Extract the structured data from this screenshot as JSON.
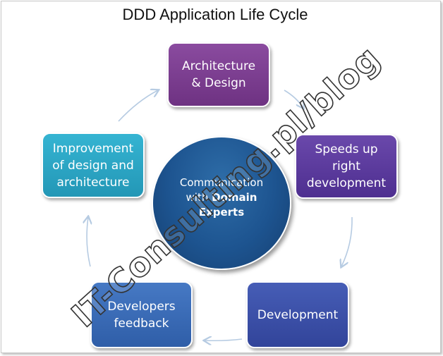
{
  "title": "DDD Application Life Cycle",
  "nodes": [
    {
      "id": "architecture",
      "lines": [
        "Architecture",
        "& Design"
      ],
      "color": "#7a3d8d"
    },
    {
      "id": "speeds",
      "lines": [
        "Speeds up",
        "right",
        "development"
      ],
      "color": "#5a3a9c"
    },
    {
      "id": "development",
      "lines": [
        "Development"
      ],
      "color": "#3b4fa8"
    },
    {
      "id": "feedback",
      "lines": [
        "Developers",
        "feedback"
      ],
      "color": "#3a6ab8"
    },
    {
      "id": "improvement",
      "lines": [
        "Improvement",
        "of design and",
        "architecture"
      ],
      "color": "#2aa7c6"
    }
  ],
  "center": {
    "line1": "Communication",
    "line2_plain": "with ",
    "line2_bold": "Domain",
    "line3_bold": "Experts"
  },
  "watermark": "IT-Consulting.pl/blog",
  "arrow_color": "#b6cbe2"
}
